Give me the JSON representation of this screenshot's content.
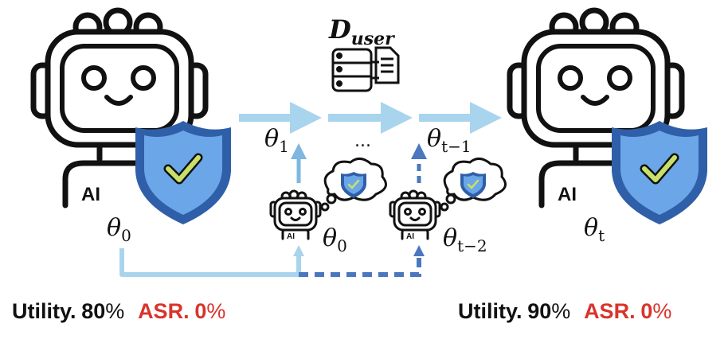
{
  "dataset_label": {
    "main": "D",
    "sub": "user"
  },
  "robot_left": {
    "badge": "AI",
    "theta": "θ",
    "sub": "0"
  },
  "robot_right": {
    "badge": "AI",
    "theta": "θ",
    "sub": "t"
  },
  "small_robot_1": {
    "badge": "AI",
    "theta": "θ",
    "sub": "0"
  },
  "small_robot_2": {
    "badge": "AI",
    "theta": "θ",
    "sub": "t−2"
  },
  "step_1": {
    "theta": "θ",
    "sub": "1"
  },
  "ellipsis": "...",
  "step_t1": {
    "theta": "θ",
    "sub": "t−1"
  },
  "metrics_left": {
    "utility_label": "Utility.",
    "utility_value": "80",
    "asr_label": "ASR.",
    "asr_value": "0",
    "unit": "%"
  },
  "metrics_right": {
    "utility_label": "Utility.",
    "utility_value": "90",
    "asr_label": "ASR.",
    "asr_value": "0",
    "unit": "%"
  },
  "colors": {
    "arrow_light": "#a9d4ee",
    "arrow_mid": "#7eb7e0",
    "arrow_dark": "#4a78c0",
    "shield_fill": "#6aa6e8",
    "shield_stroke": "#2f5fa8",
    "check": "#c8e06a",
    "asr_red": "#d9342b"
  }
}
